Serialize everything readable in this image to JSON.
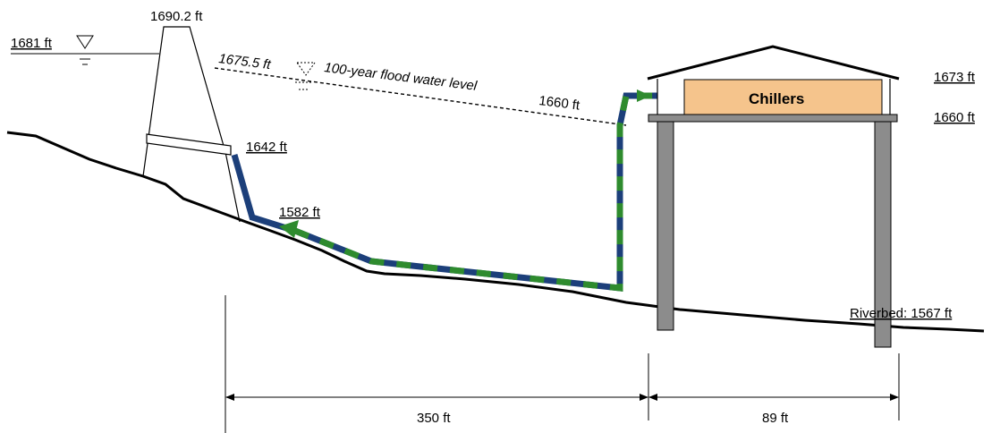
{
  "diagram": {
    "labels": {
      "dam_crest": "1690.2 ft",
      "reservoir_level": "1681 ft",
      "flood_elev": "1675.5 ft",
      "flood_caption": "100-year flood water level",
      "flood_at_pipe": "1660 ft",
      "intake": "1642 ft",
      "outlet": "1582 ft",
      "building_roof": "1673 ft",
      "building_floor": "1660 ft",
      "chillers": "Chillers",
      "riverbed": "Riverbed: 1567 ft",
      "dist_pipe": "350 ft",
      "dist_building": "89 ft"
    },
    "colors": {
      "pipe_blue": "#1c3f7a",
      "pipe_green": "#2e8b2e",
      "chillers_fill": "#f5c48c",
      "building_gray": "#8c8c8c",
      "ground": "#000000"
    }
  }
}
